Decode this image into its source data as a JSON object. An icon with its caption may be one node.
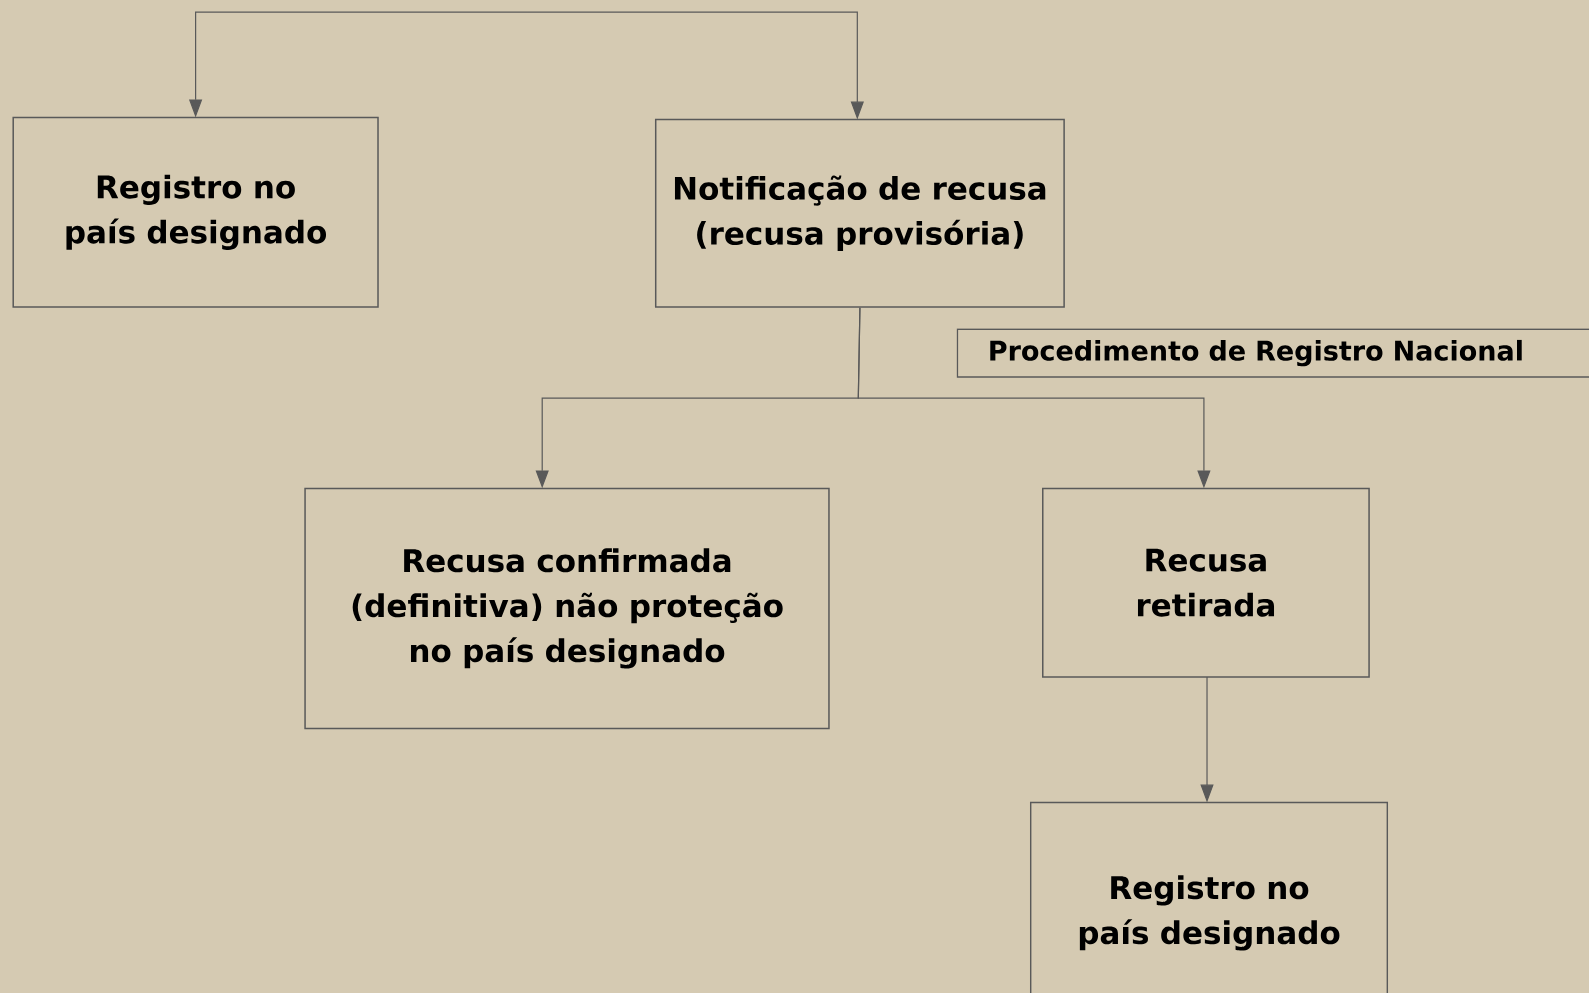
{
  "diagram": {
    "nodes": [
      {
        "text": [
          "Registro no país designado"
        ]
      },
      {
        "text": [
          "Notificação de recusa (recusa provisória)"
        ]
      },
      {
        "text": [
          "Procedimento de Registro Nacional"
        ]
      },
      {
        "text": [
          "Recusa confirmada (definitiva) não proteção no país designado"
        ]
      },
      {
        "text": [
          "Recusa retirada"
        ]
      },
      {
        "text": [
          "Registro no país designado"
        ]
      }
    ],
    "edges": [
      {
        "from": null,
        "to": 0,
        "arrow": "to"
      },
      {
        "from": null,
        "to": 1,
        "arrow": "to"
      },
      {
        "from": 1,
        "to": 3,
        "arrow": "to"
      },
      {
        "from": 1,
        "to": 4,
        "arrow": "to"
      },
      {
        "from": 4,
        "to": 5,
        "arrow": "to"
      }
    ]
  }
}
